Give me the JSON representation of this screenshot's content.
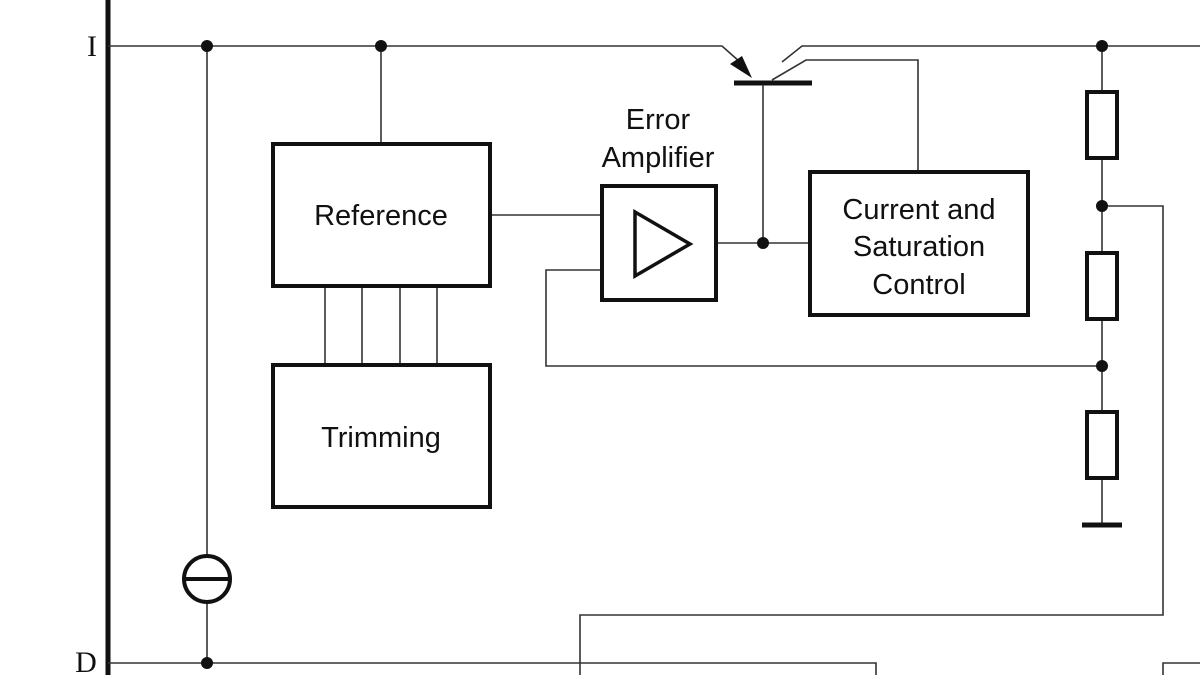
{
  "pins": {
    "input": "I",
    "drain": "D"
  },
  "blocks": {
    "reference": "Reference",
    "trimming": "Trimming",
    "error_amp_line1": "Error",
    "error_amp_line2": "Amplifier",
    "control_line1": "Current and",
    "control_line2": "Saturation",
    "control_line3": "Control"
  }
}
